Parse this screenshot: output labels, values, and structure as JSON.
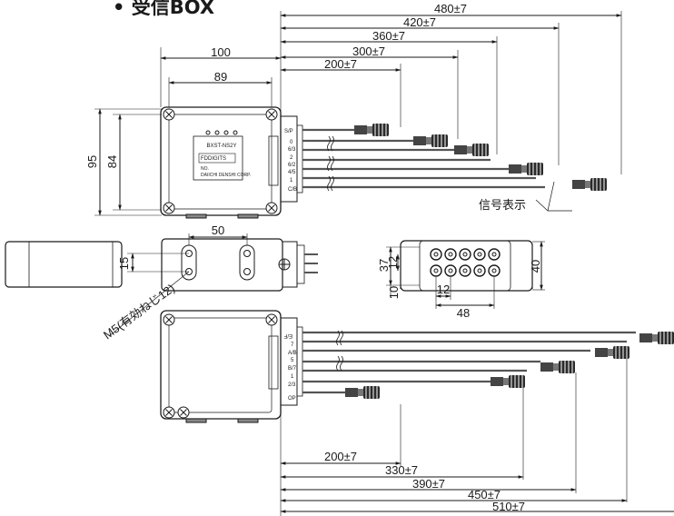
{
  "title": "• 受信BOX",
  "top_view": {
    "dims_horizontal": [
      "480±7",
      "420±7",
      "360±7",
      "300±7",
      "200±7"
    ],
    "box_width_outer": "100",
    "box_width_inner": "89",
    "box_height_outer": "95",
    "box_height_inner": "84",
    "port_labels": [
      "S/P",
      "0",
      "6/3",
      "2",
      "6/2",
      "4/5",
      "1",
      "C/B"
    ],
    "signal_callout": "信号表示",
    "nameplate": {
      "model": "BXST-NS2Y",
      "brand": "FDDIGITS",
      "line3": "NO.",
      "maker": "DAIICHI DENSHI CORP."
    }
  },
  "side_view": {
    "hole_pitch": "50",
    "hole_offset": "15",
    "screw_note": "M5(有効ねじ12)"
  },
  "connector_view": {
    "height_outer": "40",
    "dim_37": "37",
    "dim_12_v": "12",
    "dim_10": "10",
    "dim_12_h": "12",
    "width": "48"
  },
  "bottom_view": {
    "port_labels": [
      "E/F",
      "7",
      "A/B",
      "5",
      "B/7",
      "1",
      "2/3",
      "OP"
    ],
    "dims_horizontal": [
      "200±7",
      "330±7",
      "390±7",
      "450±7",
      "510±7"
    ]
  }
}
